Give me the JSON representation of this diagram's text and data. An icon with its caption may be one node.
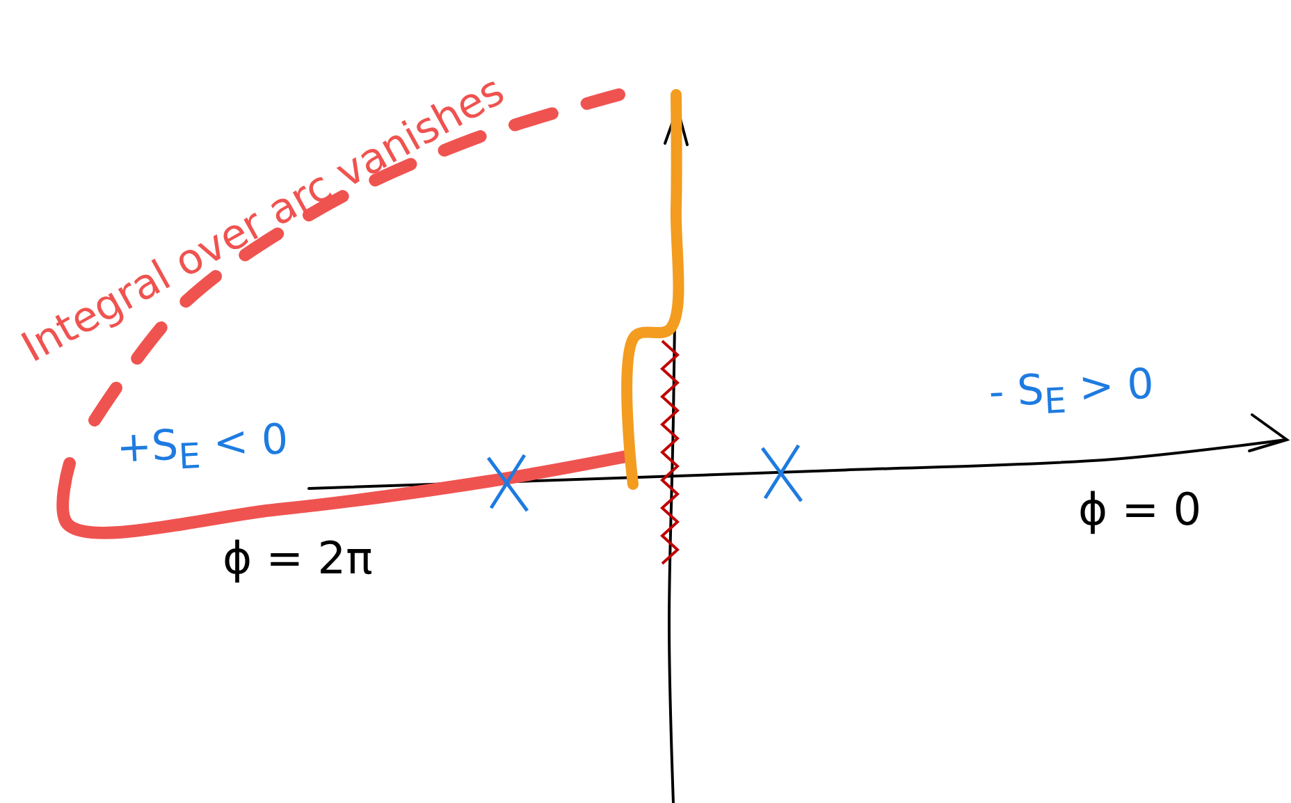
{
  "diagram": {
    "labels": [
      "Integral over arc vanishes",
      "+S$_{E}$ < 0",
      "- S$_{E}$ > 0",
      "ϕ = 2π",
      "ϕ = 0"
    ]
  }
}
